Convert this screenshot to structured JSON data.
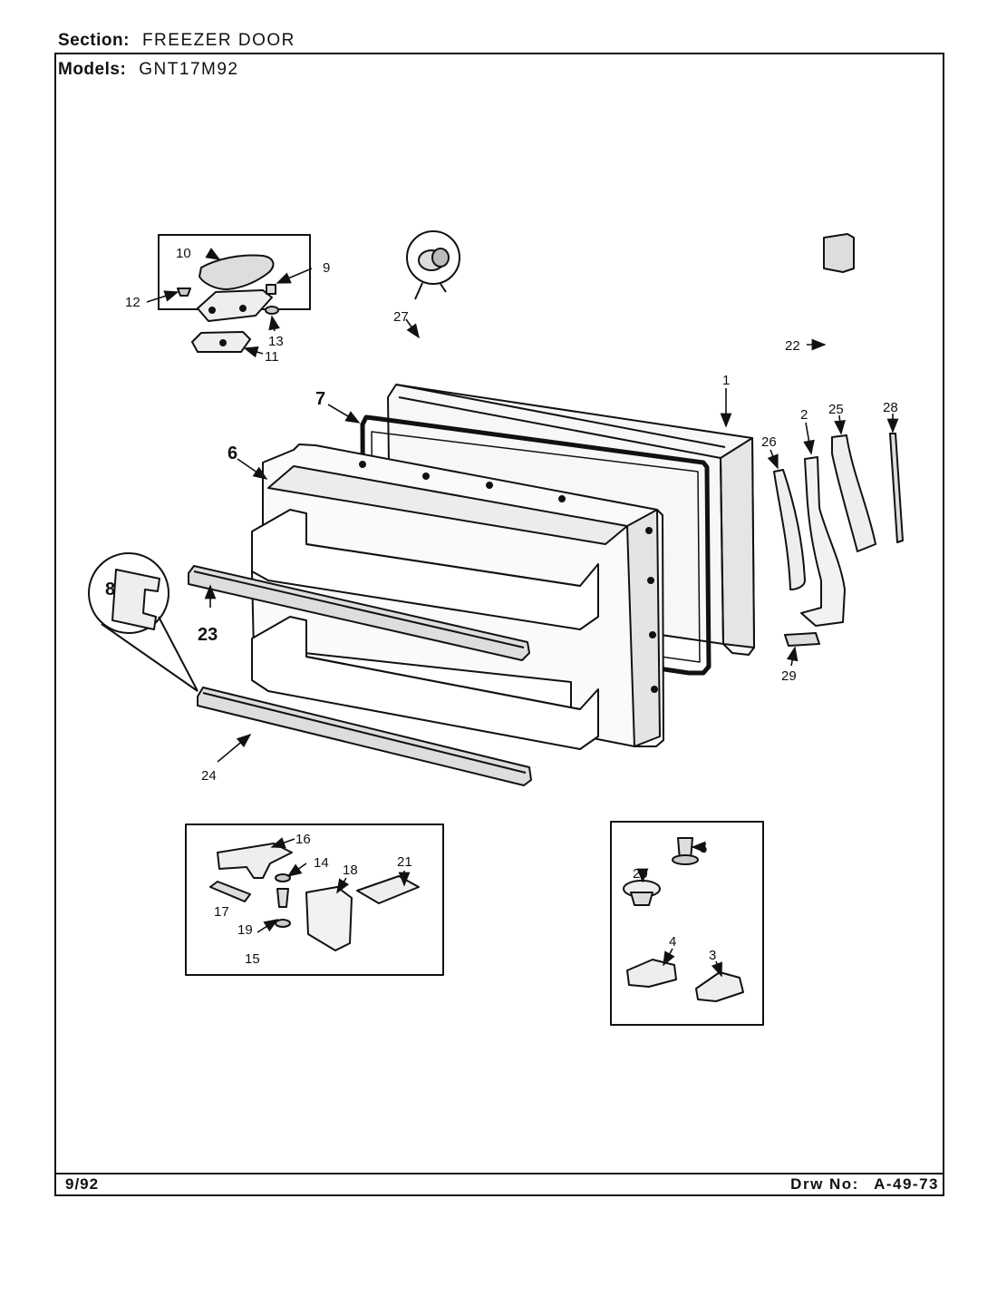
{
  "header": {
    "section_label": "Section:",
    "section_value": "FREEZER DOOR",
    "models_label": "Models:",
    "models_value": "GNT17M92"
  },
  "footer": {
    "date": "9/92",
    "drawing_label": "Drw No:",
    "drawing_number": "A-49-73"
  },
  "callouts": {
    "p1": "1",
    "p2": "2",
    "p3": "3",
    "p4": "4",
    "p5": "5",
    "p6": "6",
    "p7": "7",
    "p8": "8",
    "p9": "9",
    "p10": "10",
    "p11": "11",
    "p12": "12",
    "p13": "13",
    "p14": "14",
    "p15": "15",
    "p16": "16",
    "p17": "17",
    "p18": "18",
    "p19": "19",
    "p20": "20",
    "p21": "21",
    "p22": "22",
    "p23": "23",
    "p24": "24",
    "p25": "25",
    "p26": "26",
    "p27": "27",
    "p28": "28",
    "p29": "29"
  }
}
